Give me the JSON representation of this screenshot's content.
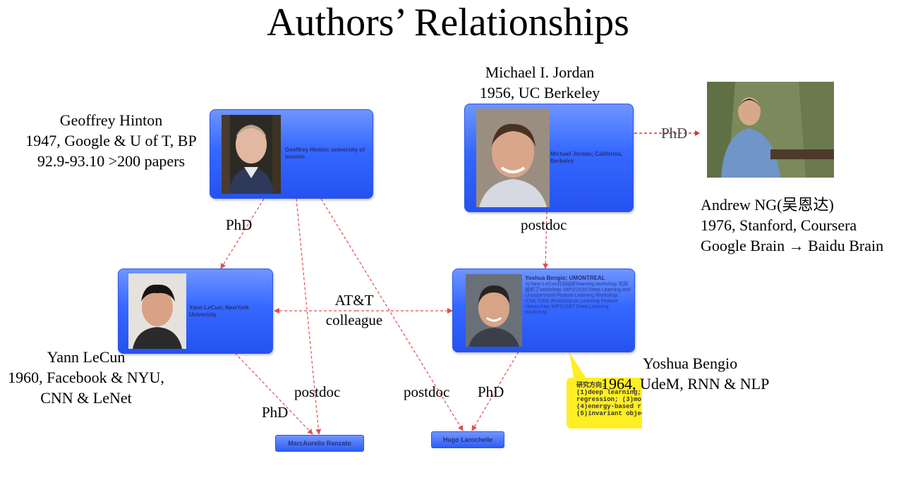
{
  "title": "Authors’ Relationships",
  "people": {
    "hinton": {
      "line1": "Geoffrey Hinton",
      "line2": "1947, Google & U of T, BP",
      "line3": "92.9-93.10 >200 papers",
      "node_label": "Geoffrey Hinton; university of toronto"
    },
    "jordan": {
      "line1": "Michael I. Jordan",
      "line2": "1956,  UC Berkeley",
      "node_label": "Michael Jordan; California, Berkeley"
    },
    "ng": {
      "line1": "Andrew NG(吴恩达)",
      "line2": "1976, Stanford, Coursera",
      "line3": "Google Brain → Baidu Brain"
    },
    "lecun": {
      "line1": "Yann LeCun",
      "line2": "1960, Facebook & NYU,",
      "line3": "CNN & LeNet",
      "node_label": "Yann LeCun; NewYork Univeristy"
    },
    "bengio": {
      "line1": "Yoshua Bengio",
      "line2": "1964,  UdeM, RNN & NLP",
      "node_title": "Yoshua Bengio; UMONTREAL",
      "node_text": "与Yann LeCun共同组织learning workshop 共同组织了workshop: NIPS'2010 Deep Learning and Unsupervised Feature Learning Workshop ICML'2009 Workshop on Learning Feature Hierarchies NIPS'2007 Deep Learning Workshop"
    },
    "ranzato": {
      "node_label": "MarcAurelio Ranzato"
    },
    "larochelle": {
      "node_label": "Hugo Larochelle"
    }
  },
  "edges": {
    "hinton_lecun": "PhD",
    "jordan_bengio": "postdoc",
    "jordan_ng": "PhD",
    "att_line1": "AT&T",
    "att_line2": "colleague",
    "hinton_ranzato": "postdoc",
    "lecun_ranzato": "PhD",
    "hinton_larochelle": "postdoc",
    "bengio_larochelle": "PhD"
  },
  "note": {
    "lines": [
      "研究方向:",
      "(1)deep learning;",
      "regression; (3)mo",
      "(4)energy-based r",
      "(5)invariant objec"
    ]
  },
  "colors": {
    "node_blue": "#3568ff",
    "arrow_red": "#e05050",
    "note_yellow": "#ffee22"
  }
}
